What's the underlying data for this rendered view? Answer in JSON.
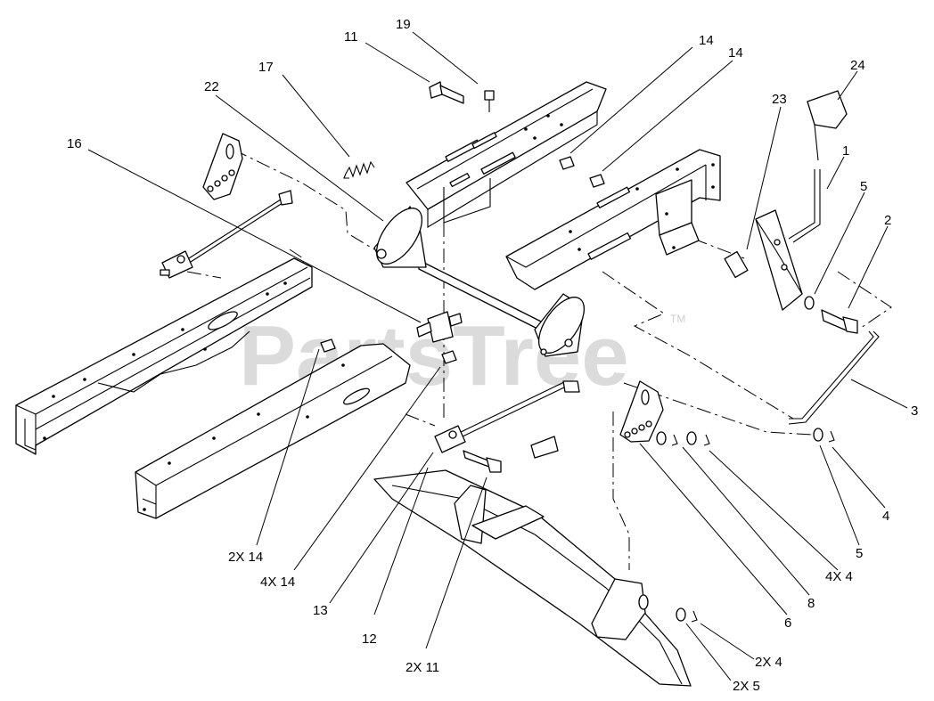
{
  "watermark": {
    "brand": "PartsTree",
    "trademark": "TM",
    "color": "#cfcfcf"
  },
  "callouts": [
    "19",
    "11",
    "17",
    "22",
    "16",
    "14",
    "14",
    "24",
    "23",
    "1",
    "5",
    "2",
    "3",
    "4",
    "5",
    "4X 4",
    "8",
    "6",
    "2X 14",
    "4X 14",
    "13",
    "12",
    "2X 11",
    "2X 4",
    "2X 5"
  ]
}
